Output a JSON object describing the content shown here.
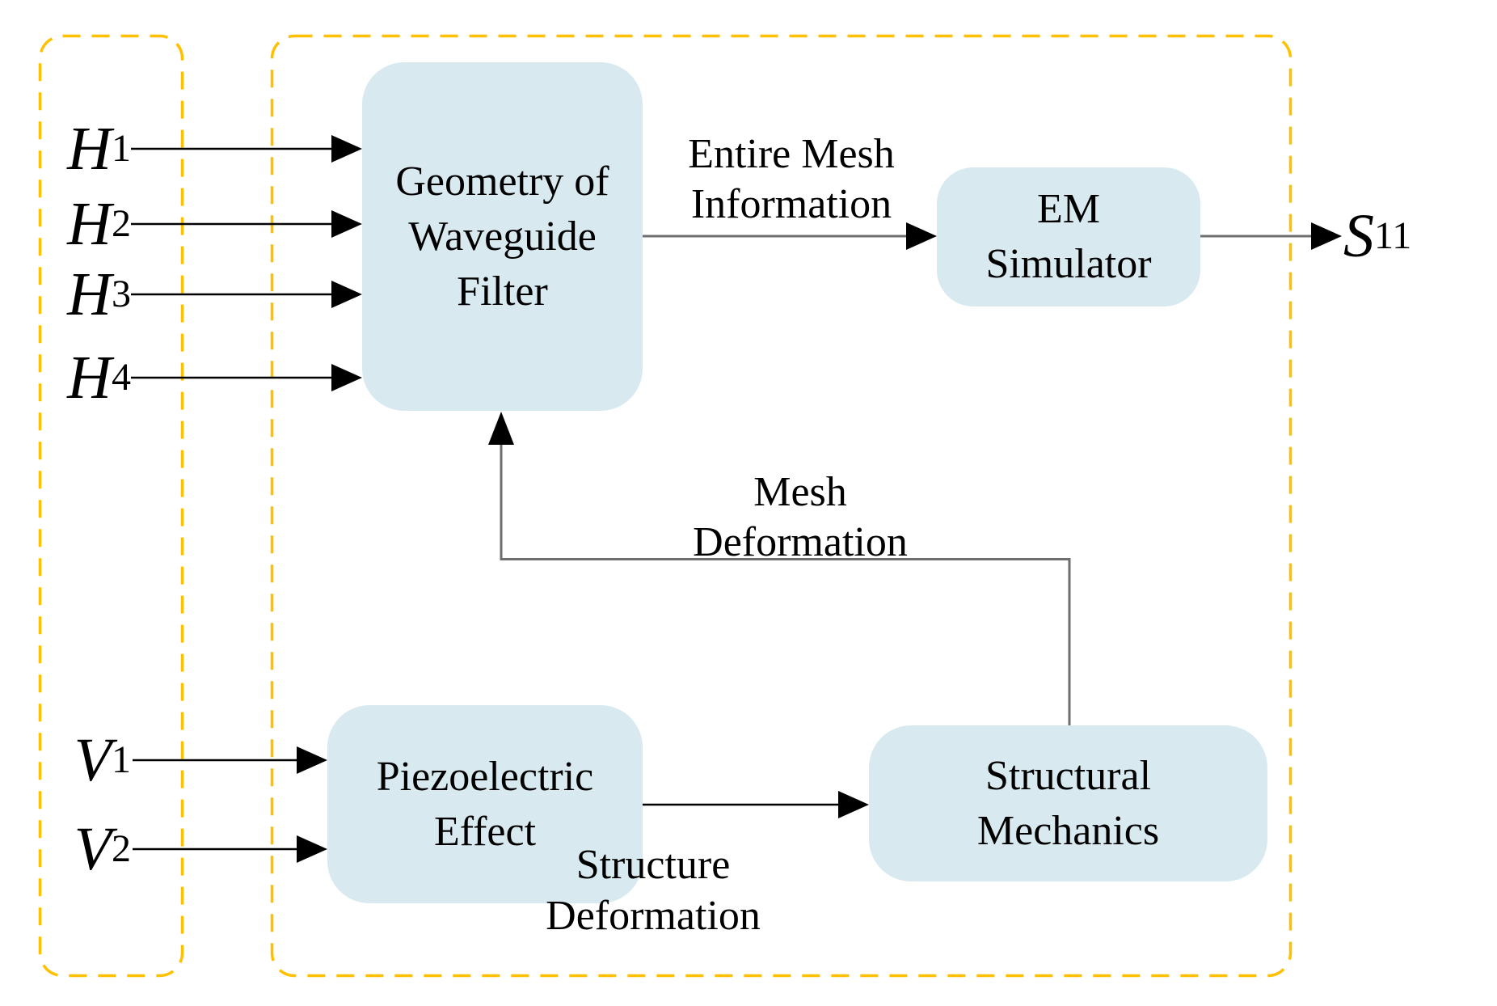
{
  "colors": {
    "block_fill": "#d8eaf0",
    "dashed_border": "#ffc000",
    "connector_gray": "#6f6f6f",
    "connector_black": "#000000",
    "text": "#000000",
    "background": "#ffffff"
  },
  "inputs": {
    "h": [
      {
        "var": "H",
        "sub": "1"
      },
      {
        "var": "H",
        "sub": "2"
      },
      {
        "var": "H",
        "sub": "3"
      },
      {
        "var": "H",
        "sub": "4"
      }
    ],
    "v": [
      {
        "var": "V",
        "sub": "1"
      },
      {
        "var": "V",
        "sub": "2"
      }
    ]
  },
  "output": {
    "var": "S",
    "sub": "11"
  },
  "blocks": {
    "geometry": {
      "lines": [
        "Geometry of",
        "Waveguide",
        "Filter"
      ]
    },
    "em_simulator": {
      "lines": [
        "EM",
        "Simulator"
      ]
    },
    "piezoelectric": {
      "lines": [
        "Piezoelectric",
        "Effect"
      ]
    },
    "structural": {
      "lines": [
        "Structural",
        "Mechanics"
      ]
    }
  },
  "edge_labels": {
    "entire_mesh": {
      "lines": [
        "Entire Mesh",
        "Information"
      ]
    },
    "mesh_deformation": {
      "lines": [
        "Mesh",
        "Deformation"
      ]
    },
    "structure_deformation": {
      "lines": [
        "Structure",
        "Deformation"
      ]
    }
  }
}
